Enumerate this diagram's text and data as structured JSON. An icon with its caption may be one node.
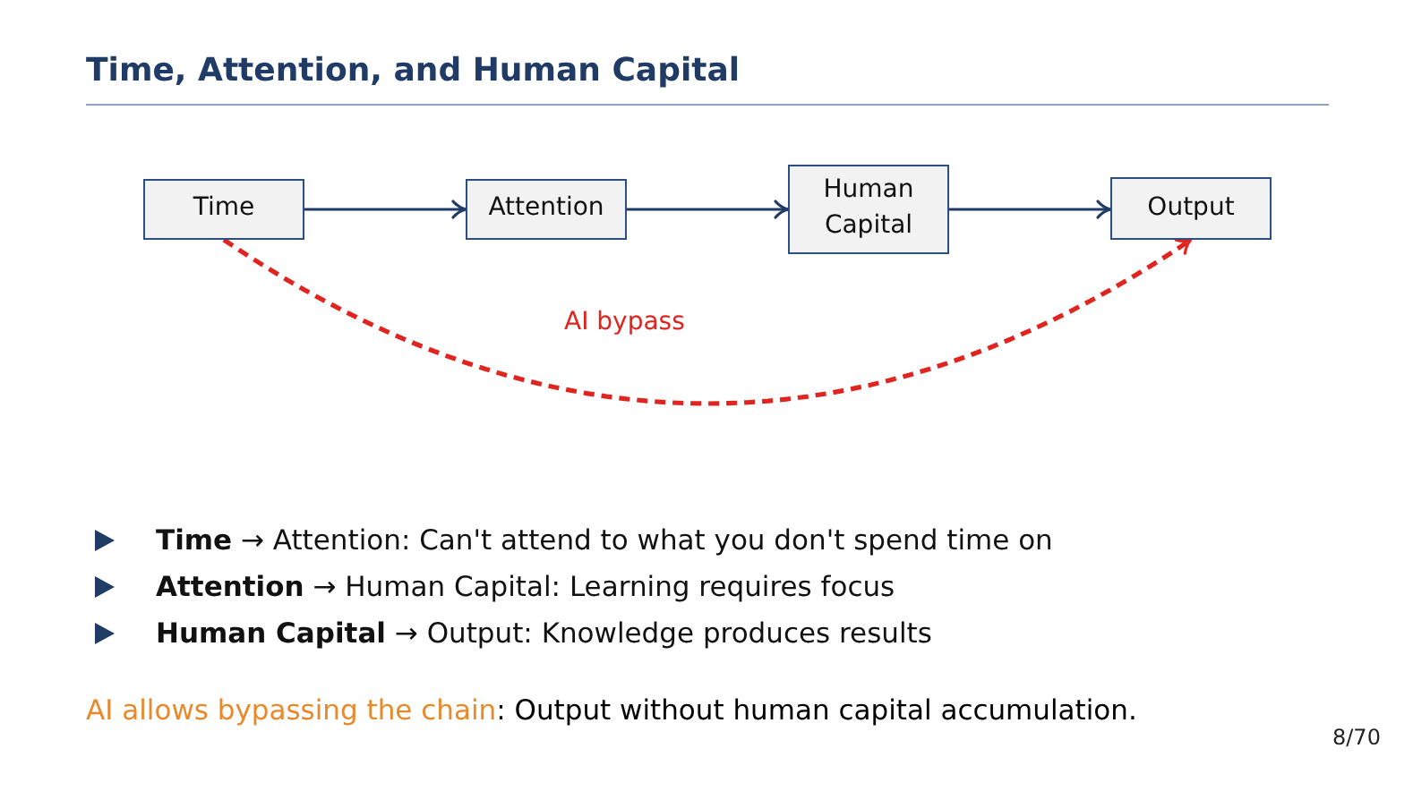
{
  "diagram": {
    "title": "Time, Attention, and Human Capital",
    "nodes": [
      {
        "text": [
          "Time"
        ]
      },
      {
        "text": [
          "Attention"
        ]
      },
      {
        "text": [
          "Human Capital"
        ]
      },
      {
        "text": [
          "Output"
        ]
      }
    ],
    "edges": [
      {
        "from": 0,
        "to": 1,
        "arrow": "to"
      },
      {
        "from": 1,
        "to": 2,
        "arrow": "to"
      },
      {
        "from": 2,
        "to": 3,
        "arrow": "to"
      },
      {
        "from": 0,
        "to": 3,
        "arrow": "to",
        "label": "AI bypass",
        "style": "dashed",
        "color": "#e0241f"
      }
    ],
    "labels": [
      "**Time** → Attention: Can't attend to what you don't spend time on",
      "**Attention** → Human Capital: Learning requires focus",
      "**Human Capital** → Output: Knowledge produces results",
      "AI allows bypassing the chain",
      ": Output without human capital accumulation.",
      "8/70"
    ]
  }
}
